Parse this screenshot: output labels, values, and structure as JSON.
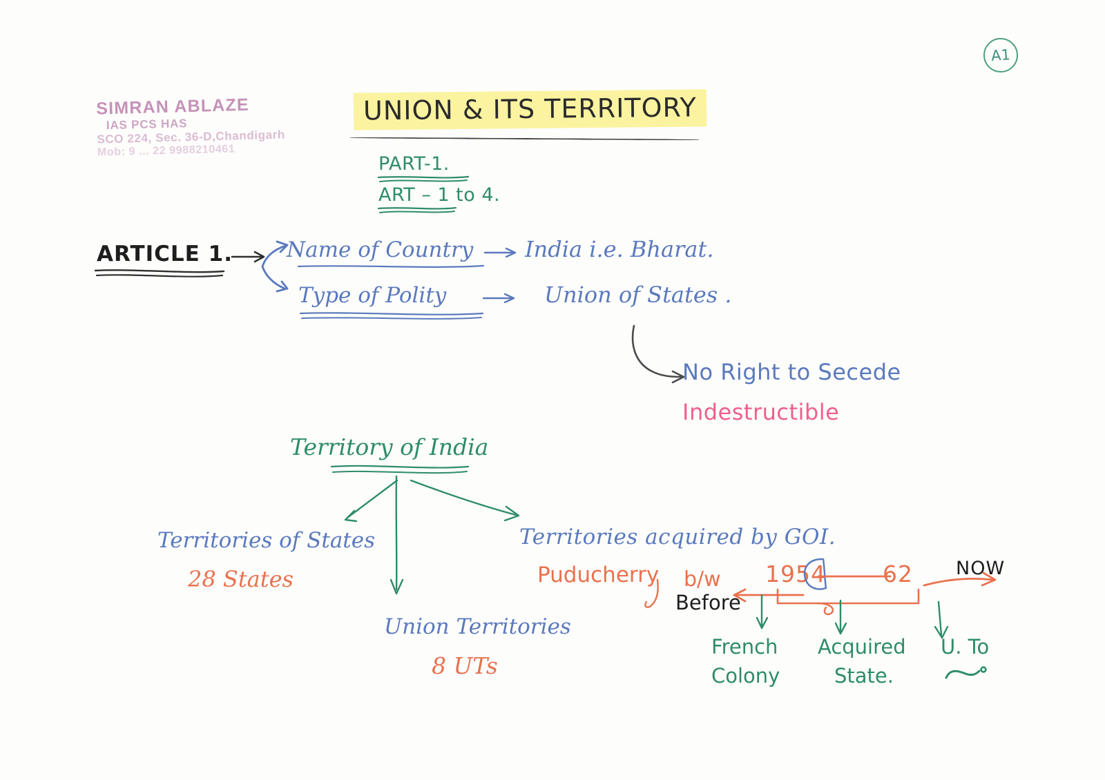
{
  "page": {
    "tag": "A1",
    "title": "UNION & ITS TERRITORY",
    "colors": {
      "black": "#1d1d1d",
      "blue": "#5a79bd",
      "green": "#2e8c6a",
      "orange": "#e9714e",
      "pink": "#ef5f8e",
      "highlight": "#fbf3a0"
    }
  },
  "stamp": {
    "line1": "SIMRAN ABLAZE",
    "line2": "IAS PCS HAS",
    "line3": "SCO 224, Sec. 36-D,Chandigarh",
    "line4": "Mob: 9 ... 22  9988210461"
  },
  "syllabus": {
    "part": "PART-1.",
    "part_label": "PART",
    "articles": "ART – 1 to 4.",
    "art_label": "ART"
  },
  "article1": {
    "heading": "ARTICLE 1.",
    "branches": [
      {
        "label": "Name of Country",
        "value": "India i.e. Bharat."
      },
      {
        "label": "Type of Polity",
        "value": "Union of States ."
      }
    ],
    "notes": [
      {
        "text": "No Right to Secede",
        "color": "blue"
      },
      {
        "text": "Indestructible",
        "color": "pink"
      }
    ]
  },
  "territory": {
    "heading": "Territory of India",
    "branches": [
      {
        "label": "Territories of States",
        "sub": "28 States"
      },
      {
        "label": "Union Territories",
        "sub": "8 UTs"
      },
      {
        "label": "Territories acquired by GOI.",
        "sub": "Puducherry"
      }
    ]
  },
  "timeline": {
    "between_label": "b/w",
    "before_label": "Before",
    "start_year": "1954",
    "end_year": "62",
    "now_label": "NOW",
    "stages": [
      {
        "title": "French",
        "subtitle": "Colony"
      },
      {
        "title": "Acquired",
        "subtitle": "State."
      },
      {
        "title": "U. To",
        "subtitle": ""
      }
    ]
  }
}
